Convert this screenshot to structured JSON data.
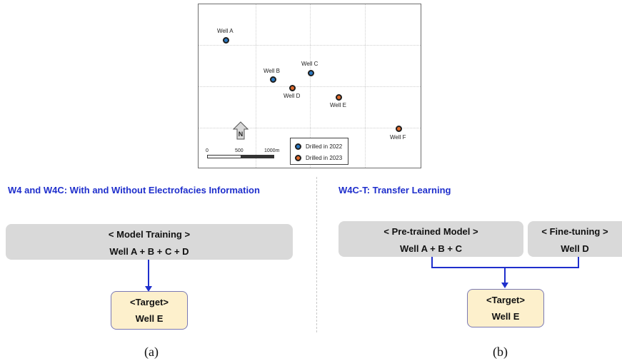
{
  "map": {
    "wells": [
      {
        "label": "Well A",
        "color": "#2b79c2"
      },
      {
        "label": "Well B",
        "color": "#2b79c2"
      },
      {
        "label": "Well C",
        "color": "#2b79c2"
      },
      {
        "label": "Well D",
        "color": "#e06a2c"
      },
      {
        "label": "Well E",
        "color": "#e06a2c"
      },
      {
        "label": "Well F",
        "color": "#e06a2c"
      }
    ],
    "north_label": "N",
    "scale": {
      "tick0": "0",
      "tick1": "500",
      "tick2": "1000m"
    },
    "legend": [
      {
        "label": "Drilled in 2022",
        "color": "#2b79c2"
      },
      {
        "label": "Drilled in 2023",
        "color": "#e06a2c"
      }
    ]
  },
  "left": {
    "heading": "W4 and W4C: With and Without Electrofacies Information",
    "training_title": "< Model Training >",
    "training_wells": "Well A + B + C + D",
    "target_title": "<Target>",
    "target_well": "Well E",
    "caption": "(a)"
  },
  "right": {
    "heading": "W4C-T: Transfer Learning",
    "pretrained_title": "< Pre-trained Model >",
    "pretrained_wells": "Well A + B + C",
    "finetune_title": "< Fine-tuning >",
    "finetune_well": "Well D",
    "target_title": "<Target>",
    "target_well": "Well E",
    "caption": "(b)"
  },
  "colors": {
    "heading": "#1f2fcc",
    "arrow": "#1f2fcc",
    "box_gray": "#d9d9d9",
    "target_fill": "#fdf0cc"
  }
}
